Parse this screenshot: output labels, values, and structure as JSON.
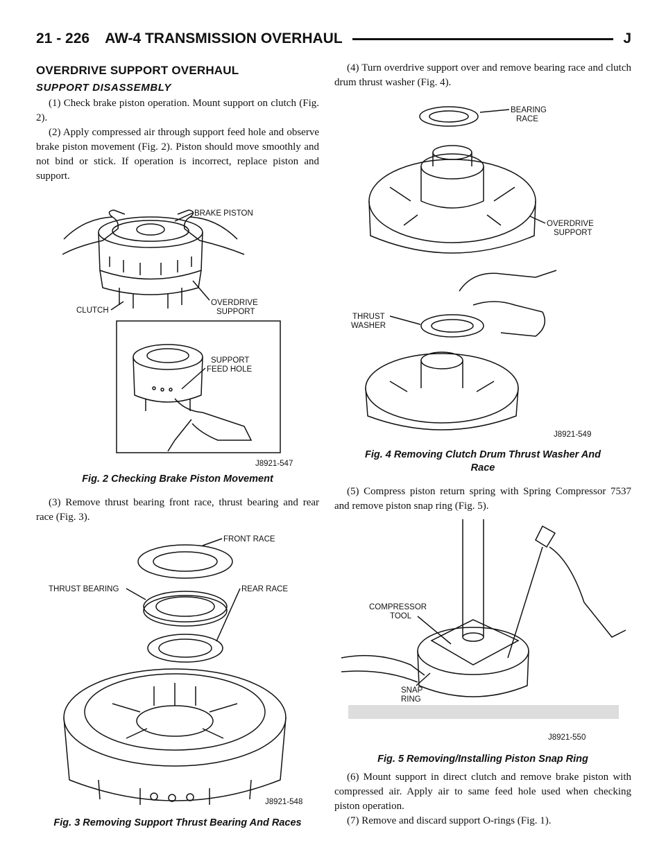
{
  "header": {
    "page_number": "21 - 226",
    "title": "AW-4 TRANSMISSION OVERHAUL",
    "section_letter": "J"
  },
  "section_title": "OVERDRIVE SUPPORT OVERHAUL",
  "subsection_title": "SUPPORT DISASSEMBLY",
  "steps": {
    "s1": "(1) Check brake piston operation. Mount support on clutch (Fig. 2).",
    "s2": "(2) Apply compressed air through support feed hole and observe brake piston movement (Fig. 2). Piston should move smoothly and not bind or stick. If operation is incorrect, replace piston and support.",
    "s3": "(3) Remove thrust bearing front race, thrust bearing and rear race (Fig. 3).",
    "s4": "(4) Turn overdrive support over and remove bearing race and clutch drum thrust washer (Fig. 4).",
    "s5": "(5) Compress piston return spring with Spring Compressor 7537 and remove piston snap ring (Fig. 5).",
    "s6": "(6) Mount support in direct clutch and remove brake piston with compressed air. Apply air to same feed hole used when checking piston operation.",
    "s7": "(7) Remove and discard support O-rings (Fig. 1)."
  },
  "figures": {
    "fig2": {
      "caption": "Fig. 2 Checking Brake Piston Movement",
      "code": "J8921-547",
      "labels": {
        "brake_piston": "BRAKE PISTON",
        "clutch": "CLUTCH",
        "overdrive": "OVERDRIVE",
        "support": "SUPPORT",
        "support2": "SUPPORT",
        "feed_hole": "FEED HOLE"
      }
    },
    "fig3": {
      "caption": "Fig. 3 Removing Support Thrust Bearing And Races",
      "code": "J8921-548",
      "labels": {
        "front_race": "FRONT RACE",
        "thrust_bearing": "THRUST BEARING",
        "rear_race": "REAR RACE"
      }
    },
    "fig4": {
      "caption_line1": "Fig. 4 Removing Clutch Drum Thrust Washer And",
      "caption_line2": "Race",
      "code": "J8921-549",
      "labels": {
        "bearing": "BEARING",
        "race": "RACE",
        "overdrive": "OVERDRIVE",
        "support": "SUPPORT",
        "thrust": "THRUST",
        "washer": "WASHER"
      }
    },
    "fig5": {
      "caption": "Fig. 5 Removing/Installing Piston Snap Ring",
      "code": "J8921-550",
      "labels": {
        "compressor": "COMPRESSOR",
        "tool": "TOOL",
        "snap": "SNAP",
        "ring": "RING"
      }
    }
  }
}
